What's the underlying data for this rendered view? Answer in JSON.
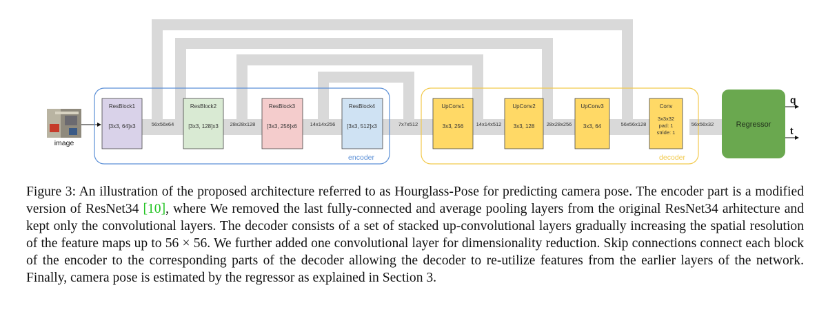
{
  "diagram": {
    "input": {
      "label": "image"
    },
    "encoder": {
      "label": "encoder",
      "border_color": "#5b8fd6",
      "blocks": [
        {
          "name": "ResBlock1",
          "spec": "[3x3, 64]x3",
          "color": "#d9d2e9"
        },
        {
          "name": "ResBlock2",
          "spec": "[3x3, 128]x3",
          "color": "#d9ead3"
        },
        {
          "name": "ResBlock3",
          "spec": "[3x3, 256]x6",
          "color": "#f4cccc"
        },
        {
          "name": "ResBlock4",
          "spec": "[3x3, 512]x3",
          "color": "#cfe2f3"
        }
      ]
    },
    "decoder": {
      "label": "decoder",
      "border_color": "#f2c94c",
      "blocks": [
        {
          "name": "UpConv1",
          "spec": "3x3, 256",
          "color": "#ffd966"
        },
        {
          "name": "UpConv2",
          "spec": "3x3, 128",
          "color": "#ffd966"
        },
        {
          "name": "UpConv3",
          "spec": "3x3, 64",
          "color": "#ffd966"
        }
      ],
      "conv": {
        "name": "Conv",
        "spec_lines": [
          "3x3x32",
          "pad: 1",
          "stride: 1"
        ],
        "color": "#ffd966"
      }
    },
    "dims": [
      "56x56x64",
      "28x28x128",
      "14x14x256",
      "7x7x512",
      "14x14x512",
      "28x28x256",
      "56x56x128",
      "56x56x32"
    ],
    "regressor": {
      "label": "Regressor",
      "color": "#6aa84f"
    },
    "outputs": [
      "q",
      "t"
    ],
    "skip_color": "#d9d9d9"
  },
  "caption": {
    "before_ref": "Figure 3: An illustration of the proposed architecture referred to as Hourglass-Pose for predicting camera pose. The encoder part is a modified version of ResNet34 ",
    "ref": "[10]",
    "after_ref": ", where We removed the last fully-connected and average pooling layers from the original ResNet34 arhitecture and kept only the convolutional layers.  The decoder consists of a set of stacked up-convolutional layers gradually increasing the spatial resolution of the feature maps up to 56 × 56.  We further added one convolutional layer for dimensionality reduction. Skip connections connect each block of the encoder to the corresponding parts of the decoder allowing the decoder to re-utilize features from the earlier layers of the network. Finally, camera pose is estimated by the regressor as explained in Section 3.",
    "ref_color": "#22c322"
  }
}
